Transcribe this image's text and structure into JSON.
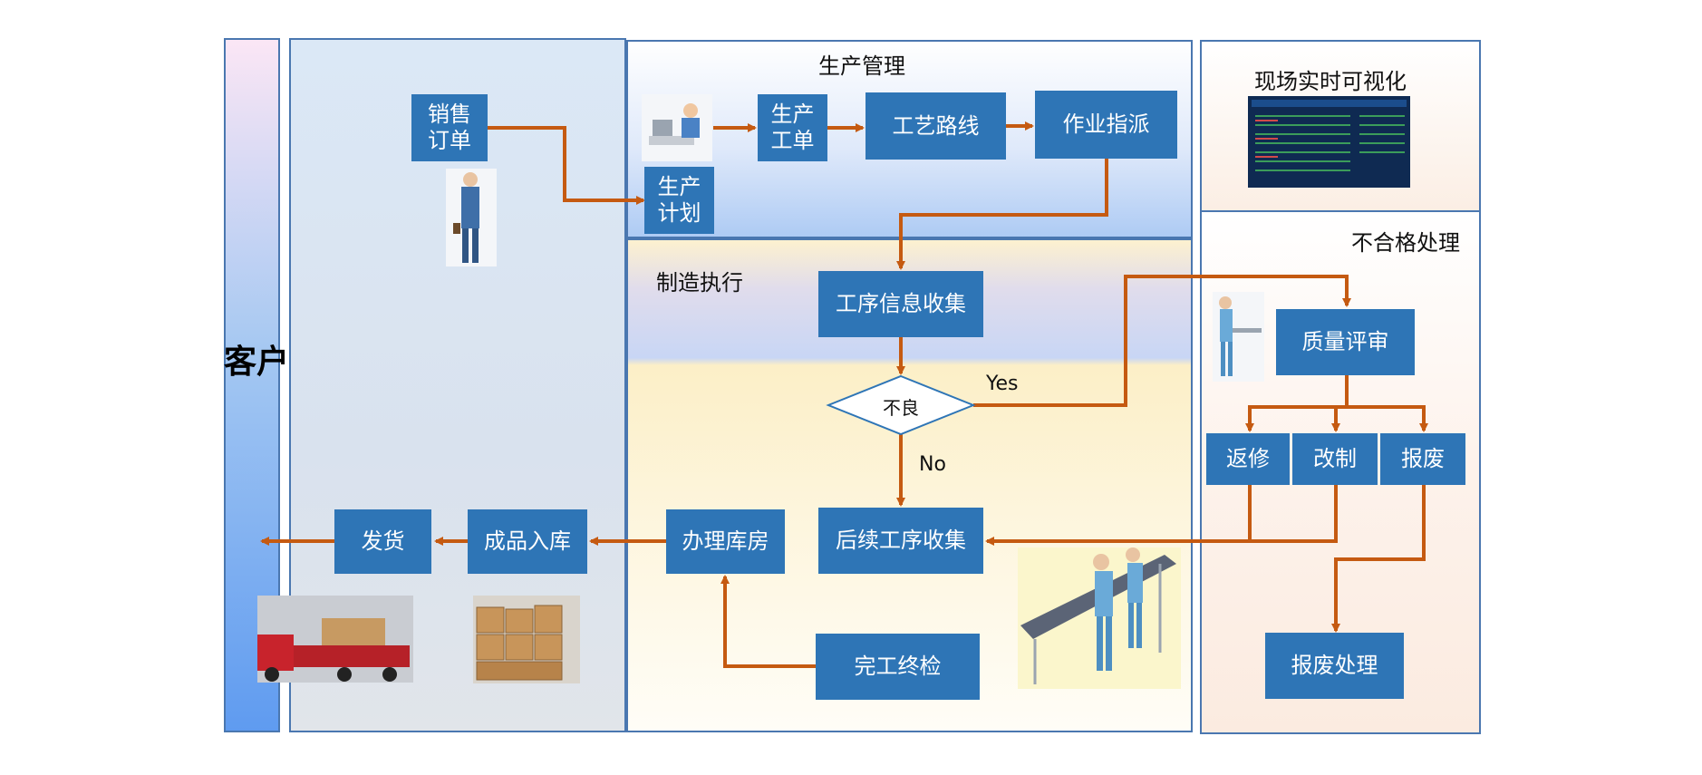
{
  "customer": {
    "label": "客户"
  },
  "sections": {
    "production_management": "生产管理",
    "manufacturing_execution": "制造执行",
    "realtime_visualization": "现场实时可视化",
    "nonconformity": "不合格处理"
  },
  "nodes": {
    "sales_order": "销售\n订单",
    "production_order": "生产\n工单",
    "production_plan": "生产\n计划",
    "process_route": "工艺路线",
    "job_dispatch": "作业指派",
    "process_info_collection": "工序信息收集",
    "defect_decision": "不良",
    "subsequent_process_collection": "后续工序收集",
    "handle_warehouse": "办理库房",
    "final_inspection": "完工终检",
    "finished_goods_in": "成品入库",
    "shipping": "发货",
    "quality_review": "质量评审",
    "rework": "返修",
    "modify": "改制",
    "scrap": "报废",
    "scrap_handling": "报废处理"
  },
  "edge_labels": {
    "yes": "Yes",
    "no": "No"
  },
  "colors": {
    "box": "#2e75b6",
    "arrow": "#c55a11",
    "border": "#4a77b0"
  }
}
